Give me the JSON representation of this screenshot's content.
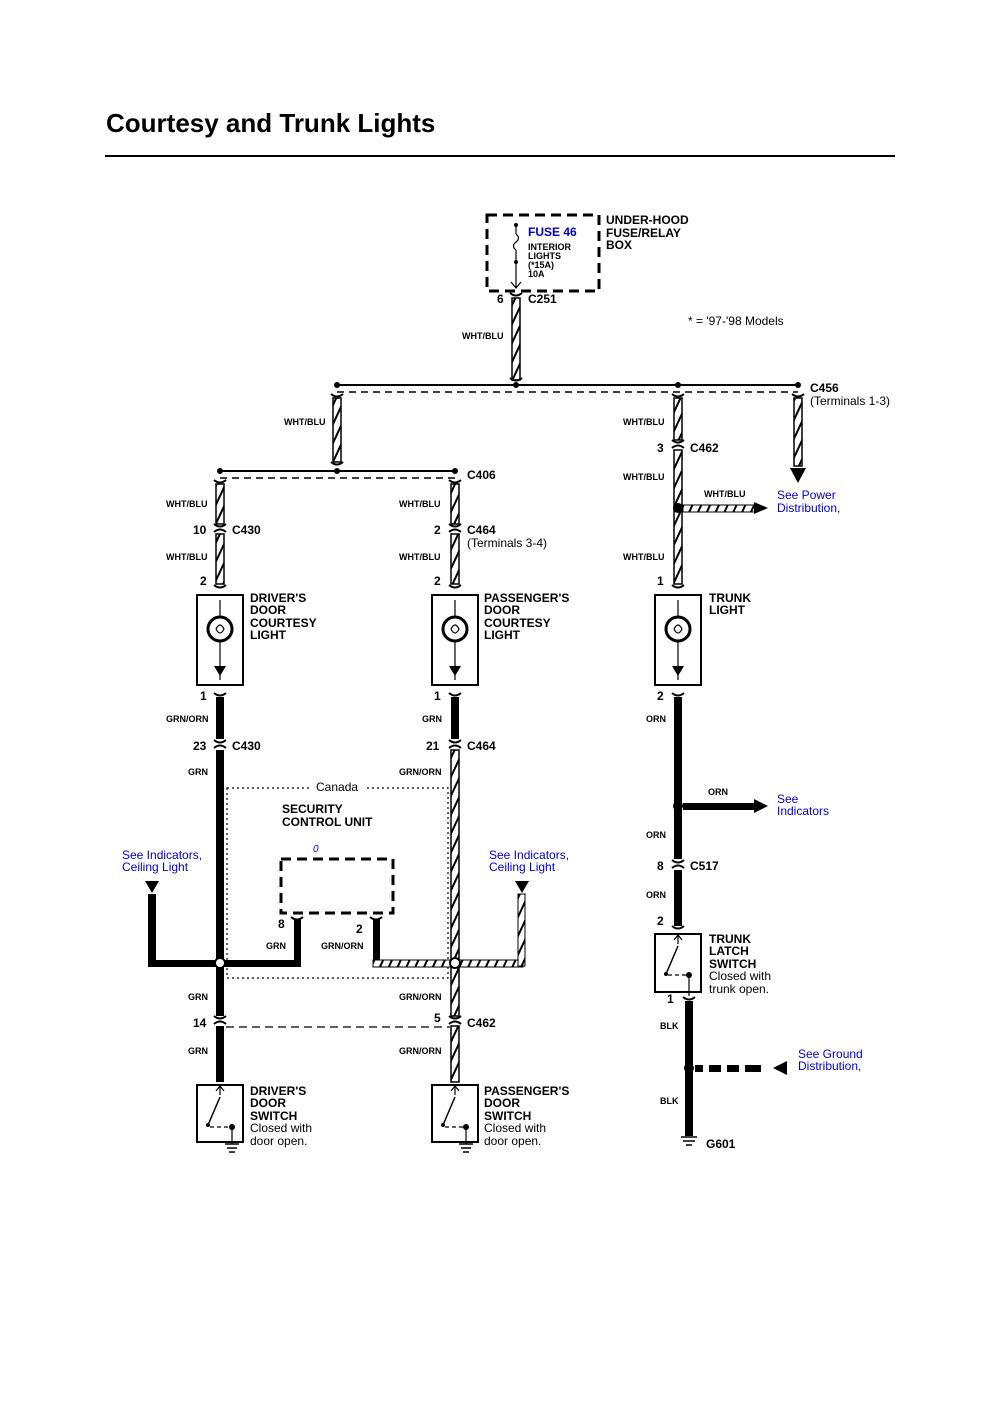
{
  "title": "Courtesy and Trunk Lights",
  "colors": {
    "wire": "#000000",
    "link": "#0000cc",
    "background": "#ffffff"
  },
  "fuse_box": {
    "name_lines": [
      "UNDER-HOOD",
      "FUSE/RELAY",
      "BOX"
    ],
    "fuse_label": "FUSE 46",
    "fuse_desc": [
      "INTERIOR",
      "LIGHTS",
      "(*15A)",
      "10A"
    ],
    "pin": "6",
    "connector": "C251"
  },
  "note": "* = '97-'98 Models",
  "wires": {
    "wht_blu": "WHT/BLU",
    "grn": "GRN",
    "grn_orn": "GRN/ORN",
    "orn": "ORN",
    "blk": "BLK"
  },
  "connectors": {
    "c456": "C456",
    "c456_note": "(Terminals 1-3)",
    "c406": "C406",
    "c462": "C462",
    "c430": "C430",
    "c464": "C464",
    "c464_note": "(Terminals 3-4)",
    "c517": "C517",
    "g601": "G601"
  },
  "pins": {
    "p1": "1",
    "p2": "2",
    "p3": "3",
    "p5": "5",
    "p8": "8",
    "p10": "10",
    "p14": "14",
    "p21": "21",
    "p23": "23",
    "p0": "0"
  },
  "components": {
    "driver_light": [
      "DRIVER'S",
      "DOOR",
      "COURTESY",
      "LIGHT"
    ],
    "passenger_light": [
      "PASSENGER'S",
      "DOOR",
      "COURTESY",
      "LIGHT"
    ],
    "trunk_light": [
      "TRUNK",
      "LIGHT"
    ],
    "security_unit": [
      "SECURITY",
      "CONTROL UNIT"
    ],
    "canada": "Canada",
    "trunk_latch": [
      "TRUNK",
      "LATCH",
      "SWITCH"
    ],
    "trunk_latch_note": [
      "Closed with",
      "trunk open."
    ],
    "driver_switch": [
      "DRIVER'S",
      "DOOR",
      "SWITCH"
    ],
    "passenger_switch": [
      "PASSENGER'S",
      "DOOR",
      "SWITCH"
    ],
    "door_switch_note": [
      "Closed with",
      "door open."
    ]
  },
  "links": {
    "power": [
      "See Power",
      "Distribution,"
    ],
    "indicators": [
      "See",
      "Indicators"
    ],
    "indicators_ceiling": [
      "See Indicators,",
      "Ceiling Light"
    ],
    "ground": [
      "See Ground",
      "Distribution,"
    ]
  }
}
